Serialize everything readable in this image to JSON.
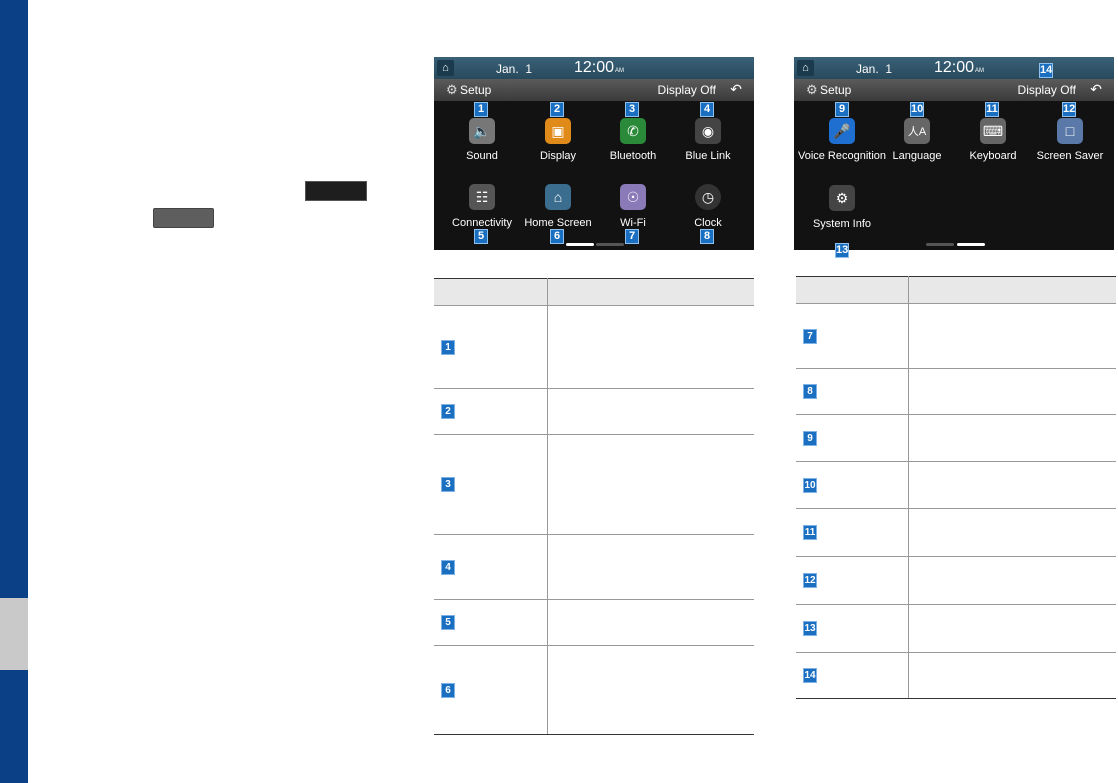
{
  "colors": {
    "sidebar": "#0b3f86",
    "badge": "#1a6fc1",
    "screen_bg": "#121212"
  },
  "screen_left": {
    "date": "Jan.  1",
    "time": "12:00",
    "ampm": "AM",
    "title": "Setup",
    "display_off": "Display Off",
    "items": [
      {
        "num": "1",
        "label": "Sound",
        "icon": "speaker-icon"
      },
      {
        "num": "2",
        "label": "Display",
        "icon": "picture-icon"
      },
      {
        "num": "3",
        "label": "Bluetooth",
        "icon": "bluetooth-phone-icon"
      },
      {
        "num": "4",
        "label": "Blue Link",
        "icon": "blue-link-icon"
      },
      {
        "num": "5",
        "label": "Connectivity",
        "icon": "connectivity-icon"
      },
      {
        "num": "6",
        "label": "Home Screen",
        "icon": "house-icon"
      },
      {
        "num": "7",
        "label": "Wi-Fi",
        "icon": "wifi-icon"
      },
      {
        "num": "8",
        "label": "Clock",
        "icon": "clock-icon"
      }
    ]
  },
  "screen_right": {
    "date": "Jan.  1",
    "time": "12:00",
    "ampm": "AM",
    "title": "Setup",
    "display_off": "Display Off",
    "display_off_num": "14",
    "items": [
      {
        "num": "9",
        "label": "Voice Recognition",
        "icon": "microphone-icon"
      },
      {
        "num": "10",
        "label": "Language",
        "icon": "language-icon"
      },
      {
        "num": "11",
        "label": "Keyboard",
        "icon": "keyboard-icon"
      },
      {
        "num": "12",
        "label": "Screen Saver",
        "icon": "monitor-icon"
      },
      {
        "num": "13",
        "label": "System Info",
        "icon": "system-info-icon"
      }
    ]
  },
  "table_left": {
    "rows": [
      "1",
      "2",
      "3",
      "4",
      "5",
      "6"
    ]
  },
  "table_right": {
    "rows": [
      "7",
      "8",
      "9",
      "10",
      "11",
      "12",
      "13",
      "14"
    ]
  }
}
